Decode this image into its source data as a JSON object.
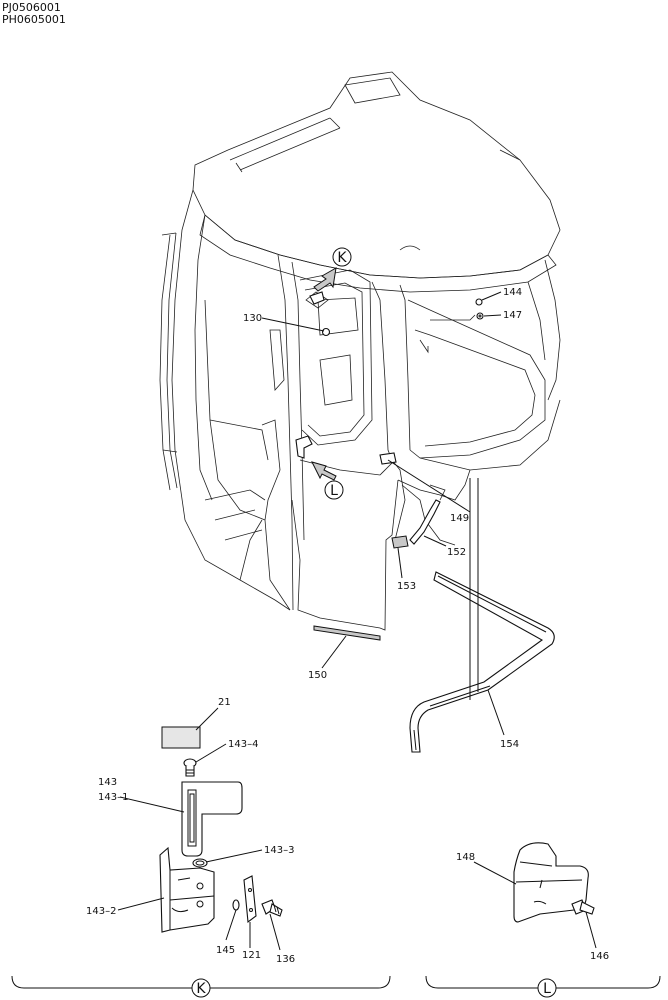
{
  "header": {
    "code_1": "PJ0506001",
    "code_2": "PH0605001"
  },
  "views": {
    "k": "K",
    "l": "L"
  },
  "callouts": {
    "p21": "21",
    "p121": "121",
    "p130": "130",
    "p136": "136",
    "p143": "143",
    "p143_1": "143–1",
    "p143_2": "143–2",
    "p143_3": "143–3",
    "p143_4": "143–4",
    "p144": "144",
    "p145": "145",
    "p146": "146",
    "p147": "147",
    "p148": "148",
    "p149": "149",
    "p150": "150",
    "p152": "152",
    "p153": "153",
    "p154": "154"
  }
}
